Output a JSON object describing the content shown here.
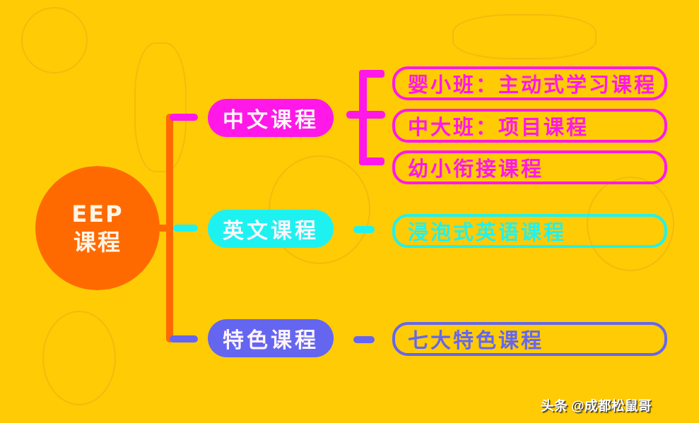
{
  "colors": {
    "background": "#FFCB05",
    "root": "#FF6A00",
    "chinese": "#FF18E8",
    "english": "#1EF2F0",
    "special": "#6466F0"
  },
  "root": {
    "line1": "EEP",
    "line2": "课程"
  },
  "branches": [
    {
      "label": "中文课程",
      "color": "#FF18E8",
      "children": [
        {
          "label": "婴小班：主动式学习课程"
        },
        {
          "label": "中大班：项目课程"
        },
        {
          "label": "幼小衔接课程"
        }
      ]
    },
    {
      "label": "英文课程",
      "color": "#1EF2F0",
      "children": [
        {
          "label": "浸泡式英语课程"
        }
      ]
    },
    {
      "label": "特色课程",
      "color": "#6466F0",
      "children": [
        {
          "label": "七大特色课程"
        }
      ]
    }
  ],
  "watermark": "头条 @成都松鼠哥"
}
